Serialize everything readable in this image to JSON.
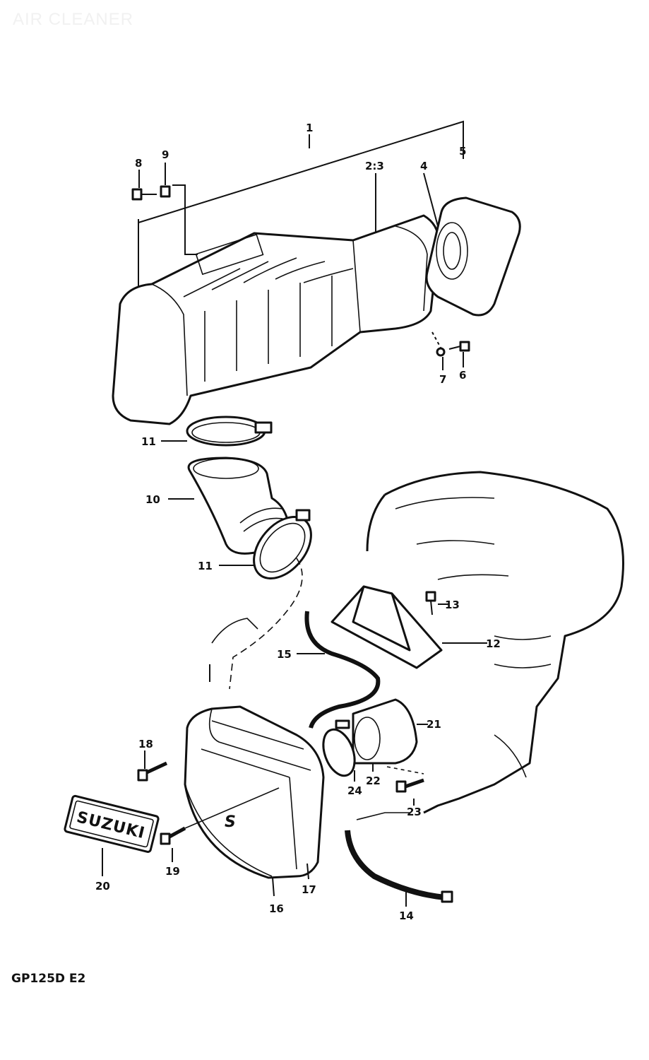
{
  "title": "AIR CLEANER",
  "model": "GP125D E2",
  "part_labels": {
    "p1": "1",
    "p5": "5",
    "p8": "8",
    "p9": "9",
    "p23a": "2:3",
    "p4": "4",
    "p6": "6",
    "p7": "7",
    "p11a": "11",
    "p10": "10",
    "p11b": "11",
    "p13": "13",
    "p12": "12",
    "p15": "15",
    "p18": "18",
    "p21": "21",
    "p24": "24",
    "p22": "22",
    "p23": "23",
    "p20": "20",
    "p19": "19",
    "p16": "16",
    "p17": "17",
    "p14": "14"
  },
  "emblem_text": "SUZUKI",
  "cover_letter": "S"
}
